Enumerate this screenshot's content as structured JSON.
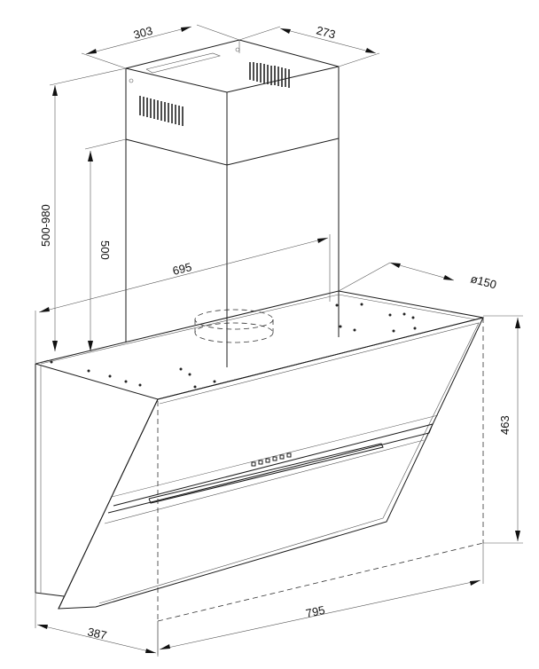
{
  "diagram": {
    "dimensions": {
      "chimney_width": "303",
      "chimney_depth": "273",
      "total_height_range": "500-980",
      "chimney_height": "500",
      "width": "695",
      "outlet_diameter": "ø150",
      "hood_height": "463",
      "hood_width": "795",
      "hood_depth": "387"
    }
  }
}
